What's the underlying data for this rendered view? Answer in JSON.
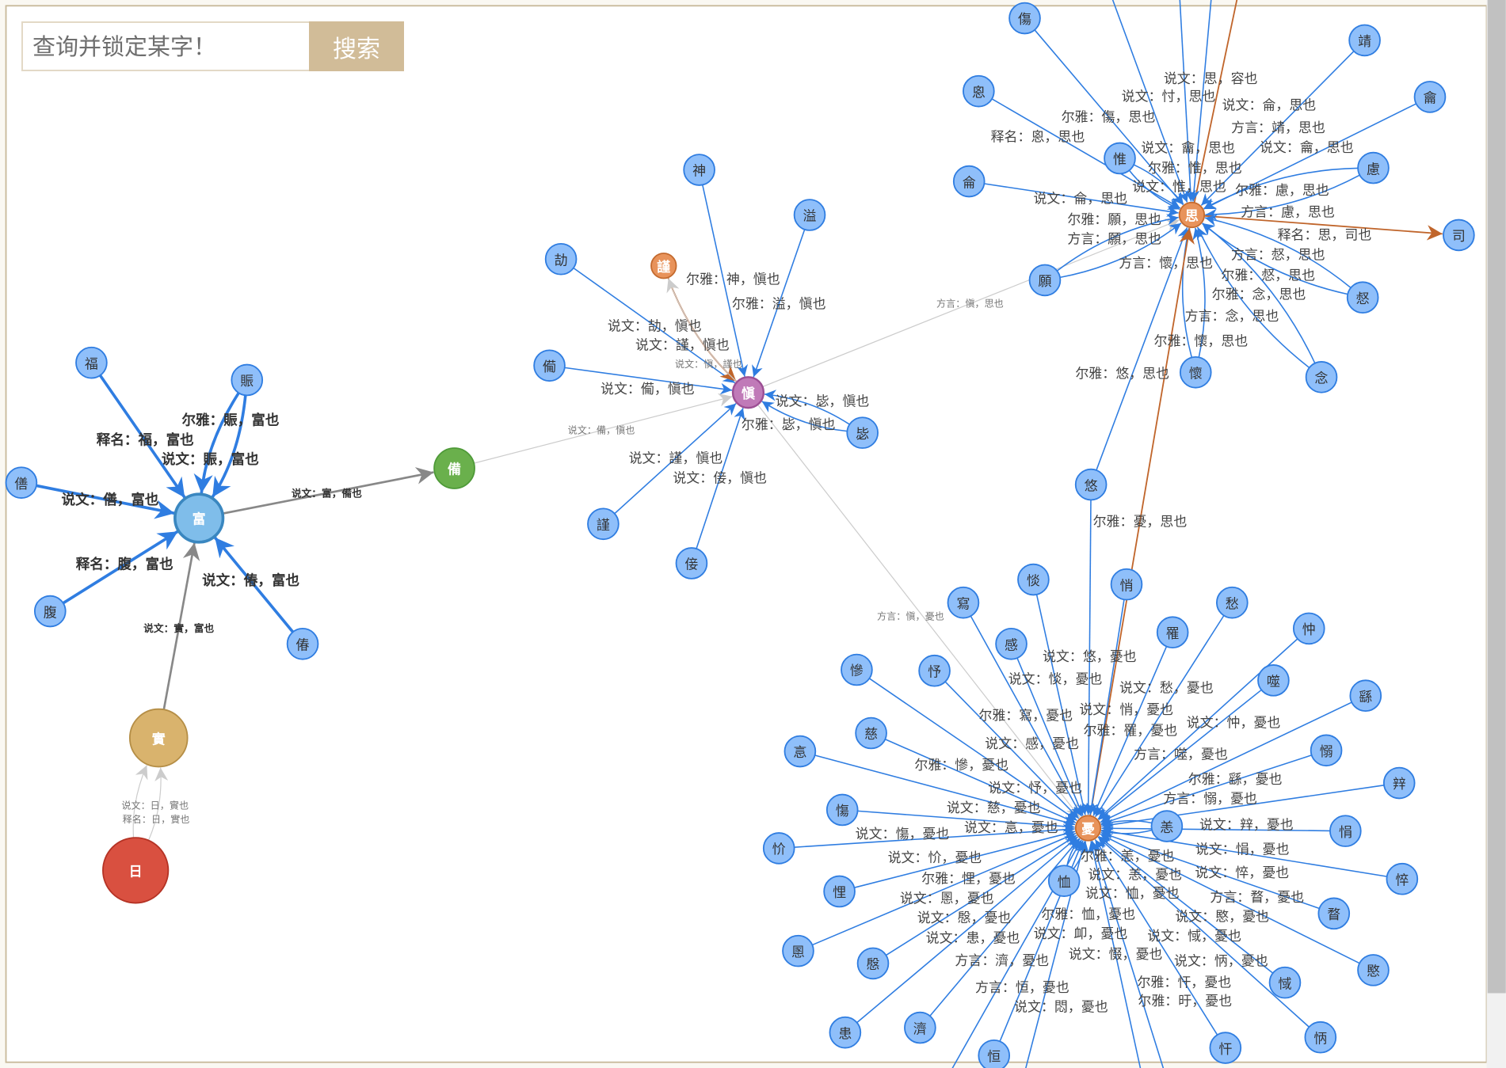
{
  "search": {
    "placeholder": "查询并锁定某字！",
    "button_label": "搜索"
  },
  "colors": {
    "blue_edge": "#2f7de1",
    "blue_fill": "#8fbffa",
    "gray_edge": "#888888",
    "light_edge": "#cccccc",
    "brown_edge": "#c0652b",
    "button": "#d1bc98"
  },
  "nodes": [
    {
      "char": "富",
      "type": "hub-fu"
    },
    {
      "char": "福",
      "type": "blue"
    },
    {
      "char": "賑",
      "type": "blue"
    },
    {
      "char": "僐",
      "type": "blue"
    },
    {
      "char": "腹",
      "type": "blue"
    },
    {
      "char": "偆",
      "type": "blue"
    },
    {
      "char": "備",
      "type": "green"
    },
    {
      "char": "實",
      "type": "gold"
    },
    {
      "char": "日",
      "type": "red"
    },
    {
      "char": "愼",
      "type": "purple"
    },
    {
      "char": "謹",
      "type": "orange"
    },
    {
      "char": "神",
      "type": "blue"
    },
    {
      "char": "溢",
      "type": "blue"
    },
    {
      "char": "劼",
      "type": "blue"
    },
    {
      "char": "僃",
      "type": "blue"
    },
    {
      "char": "謹",
      "type": "blue"
    },
    {
      "char": "倿",
      "type": "blue"
    },
    {
      "char": "毖",
      "type": "blue"
    },
    {
      "char": "思",
      "type": "orange"
    },
    {
      "char": "傷",
      "type": "blue"
    },
    {
      "char": "恖",
      "type": "blue"
    },
    {
      "char": "侖",
      "type": "blue"
    },
    {
      "char": "惟",
      "type": "blue"
    },
    {
      "char": "靖",
      "type": "blue"
    },
    {
      "char": "龠",
      "type": "blue"
    },
    {
      "char": "慮",
      "type": "blue"
    },
    {
      "char": "司",
      "type": "blue"
    },
    {
      "char": "惄",
      "type": "blue"
    },
    {
      "char": "念",
      "type": "blue"
    },
    {
      "char": "懷",
      "type": "blue"
    },
    {
      "char": "願",
      "type": "blue"
    },
    {
      "char": "悠",
      "type": "blue"
    },
    {
      "char": "憂",
      "type": "orange"
    },
    {
      "char": "寫",
      "type": "blue"
    },
    {
      "char": "惔",
      "type": "blue"
    },
    {
      "char": "悄",
      "type": "blue"
    },
    {
      "char": "愁",
      "type": "blue"
    },
    {
      "char": "罹",
      "type": "blue"
    },
    {
      "char": "忡",
      "type": "blue"
    },
    {
      "char": "感",
      "type": "blue"
    },
    {
      "char": "慘",
      "type": "blue"
    },
    {
      "char": "忬",
      "type": "blue"
    },
    {
      "char": "噬",
      "type": "blue"
    },
    {
      "char": "繇",
      "type": "blue"
    },
    {
      "char": "慈",
      "type": "blue"
    },
    {
      "char": "悥",
      "type": "blue"
    },
    {
      "char": "愵",
      "type": "blue"
    },
    {
      "char": "辡",
      "type": "blue"
    },
    {
      "char": "慯",
      "type": "blue"
    },
    {
      "char": "恙",
      "type": "blue"
    },
    {
      "char": "悁",
      "type": "blue"
    },
    {
      "char": "忦",
      "type": "blue"
    },
    {
      "char": "悴",
      "type": "blue"
    },
    {
      "char": "恤",
      "type": "blue"
    },
    {
      "char": "悝",
      "type": "blue"
    },
    {
      "char": "瞀",
      "type": "blue"
    },
    {
      "char": "慁",
      "type": "blue"
    },
    {
      "char": "慇",
      "type": "blue"
    },
    {
      "char": "愍",
      "type": "blue"
    },
    {
      "char": "惐",
      "type": "blue"
    },
    {
      "char": "患",
      "type": "blue"
    },
    {
      "char": "濟",
      "type": "blue"
    },
    {
      "char": "怲",
      "type": "blue"
    },
    {
      "char": "忓",
      "type": "blue"
    },
    {
      "char": "恒",
      "type": "blue"
    }
  ],
  "edges": [
    {
      "s": 1,
      "t": 0,
      "label": "释名：福，富也",
      "kind": "B"
    },
    {
      "s": 2,
      "t": 0,
      "label": "说文：賑，富也",
      "kind": "B"
    },
    {
      "s": 2,
      "t": 0,
      "label": "尔雅：賑，富也",
      "kind": "B"
    },
    {
      "s": 3,
      "t": 0,
      "label": "说文：僐，富也",
      "kind": "B"
    },
    {
      "s": 4,
      "t": 0,
      "label": "释名：腹，富也",
      "kind": "B"
    },
    {
      "s": 5,
      "t": 0,
      "label": "说文：偆，富也",
      "kind": "B"
    },
    {
      "s": 0,
      "t": 6,
      "label": "说文：富，備也",
      "kind": "g"
    },
    {
      "s": 7,
      "t": 0,
      "label": "说文：實，富也",
      "kind": "g"
    },
    {
      "s": 8,
      "t": 7,
      "label": "说文：日，實也",
      "kind": "l"
    },
    {
      "s": 8,
      "t": 7,
      "label": "释名：日，實也",
      "kind": "l"
    },
    {
      "s": 6,
      "t": 9,
      "label": "说文：備，愼也",
      "kind": "l"
    },
    {
      "s": 11,
      "t": 9,
      "label": "尔雅：神，愼也",
      "kind": "b"
    },
    {
      "s": 12,
      "t": 9,
      "label": "尔雅：溢，愼也",
      "kind": "b"
    },
    {
      "s": 13,
      "t": 9,
      "label": "说文：劼，愼也",
      "kind": "b"
    },
    {
      "s": 10,
      "t": 9,
      "label": "说文：謹，愼也",
      "kind": "o"
    },
    {
      "s": 9,
      "t": 10,
      "label": "说文：愼，謹也",
      "kind": "l"
    },
    {
      "s": 14,
      "t": 9,
      "label": "说文：僃，愼也",
      "kind": "b"
    },
    {
      "s": 15,
      "t": 9,
      "label": "说文：謹，愼也",
      "kind": "b"
    },
    {
      "s": 16,
      "t": 9,
      "label": "说文：倿，愼也",
      "kind": "b"
    },
    {
      "s": 17,
      "t": 9,
      "label": "说文：毖，愼也",
      "kind": "b"
    },
    {
      "s": 17,
      "t": 9,
      "label": "尔雅：毖，愼也",
      "kind": "b"
    },
    {
      "s": 9,
      "t": 18,
      "label": "方言：愼，思也",
      "kind": "l"
    },
    {
      "s": 9,
      "t": 32,
      "label": "方言：愼，憂也",
      "kind": "l"
    },
    {
      "s": 19,
      "t": 18,
      "label": "尔雅：傷，思也",
      "kind": "b"
    },
    {
      "s": 20,
      "t": 18,
      "label": "释名：恖，思也",
      "kind": "b"
    },
    {
      "s": 21,
      "t": 18,
      "label": "说文：侖，思也",
      "kind": "b"
    },
    {
      "s": 22,
      "t": 18,
      "label": "说文：惟，思也",
      "kind": "b"
    },
    {
      "s": 22,
      "t": 18,
      "label": "尔雅：惟，思也",
      "kind": "b"
    },
    {
      "s": 23,
      "t": 18,
      "label": "方言：靖，思也",
      "kind": "b"
    },
    {
      "s": 24,
      "t": 18,
      "label": "说文：龠，思也",
      "kind": "b"
    },
    {
      "s": 25,
      "t": 18,
      "label": "尔雅：慮，思也",
      "kind": "b"
    },
    {
      "s": 25,
      "t": 18,
      "label": "方言：慮，思也",
      "kind": "b"
    },
    {
      "s": 18,
      "t": 26,
      "label": "释名：思，司也",
      "kind": "o"
    },
    {
      "s": 27,
      "t": 18,
      "label": "方言：惄，思也",
      "kind": "b"
    },
    {
      "s": 27,
      "t": 18,
      "label": "尔雅：惄，思也",
      "kind": "b"
    },
    {
      "s": 28,
      "t": 18,
      "label": "尔雅：念，思也",
      "kind": "b"
    },
    {
      "s": 28,
      "t": 18,
      "label": "方言：念，思也",
      "kind": "b"
    },
    {
      "s": 29,
      "t": 18,
      "label": "尔雅：懷，思也",
      "kind": "b"
    },
    {
      "s": 29,
      "t": 18,
      "label": "方言：懷，思也",
      "kind": "b"
    },
    {
      "s": 30,
      "t": 18,
      "label": "方言：願，思也",
      "kind": "b"
    },
    {
      "s": 30,
      "t": 18,
      "label": "尔雅：願，思也",
      "kind": "b"
    },
    {
      "s": 31,
      "t": 18,
      "label": "尔雅：悠，思也",
      "kind": "b"
    },
    {
      "s": 32,
      "t": 18,
      "label": "尔雅：憂，思也",
      "kind": "o"
    },
    {
      "s": -1,
      "t": 18,
      "label": "说文：忖，思也",
      "kind": "b"
    },
    {
      "s": -1,
      "t": 18,
      "label": "说文：龠，思也",
      "kind": "b"
    },
    {
      "s": 18,
      "t": -1,
      "label": "说文：思，容也",
      "kind": "o"
    },
    {
      "s": -1,
      "t": 18,
      "label": "说文：侖，思也",
      "kind": "b"
    },
    {
      "s": 31,
      "t": 32,
      "label": "说文：悠，憂也",
      "kind": "b"
    },
    {
      "s": 33,
      "t": 32,
      "label": "尔雅：寫，憂也",
      "kind": "b"
    },
    {
      "s": 34,
      "t": 32,
      "label": "说文：惔，憂也",
      "kind": "b"
    },
    {
      "s": 35,
      "t": 32,
      "label": "说文：悄，憂也",
      "kind": "b"
    },
    {
      "s": 36,
      "t": 32,
      "label": "说文：愁，憂也",
      "kind": "b"
    },
    {
      "s": 37,
      "t": 32,
      "label": "尔雅：罹，憂也",
      "kind": "b"
    },
    {
      "s": 38,
      "t": 32,
      "label": "说文：忡，憂也",
      "kind": "b"
    },
    {
      "s": 39,
      "t": 32,
      "label": "说文：感，憂也",
      "kind": "b"
    },
    {
      "s": 40,
      "t": 32,
      "label": "尔雅：慘，憂也",
      "kind": "b"
    },
    {
      "s": 41,
      "t": 32,
      "label": "说文：忬，憂也",
      "kind": "b"
    },
    {
      "s": 42,
      "t": 32,
      "label": "方言：噬，憂也",
      "kind": "b"
    },
    {
      "s": 43,
      "t": 32,
      "label": "尔雅：繇，憂也",
      "kind": "b"
    },
    {
      "s": 44,
      "t": 32,
      "label": "说文：慈，憂也",
      "kind": "b"
    },
    {
      "s": 45,
      "t": 32,
      "label": "说文：悥，憂也",
      "kind": "b"
    },
    {
      "s": 46,
      "t": 32,
      "label": "方言：愵，憂也",
      "kind": "b"
    },
    {
      "s": 47,
      "t": 32,
      "label": "说文：辡，憂也",
      "kind": "b"
    },
    {
      "s": 48,
      "t": 32,
      "label": "说文：慯，憂也",
      "kind": "b"
    },
    {
      "s": 49,
      "t": 32,
      "label": "尔雅：恙，憂也",
      "kind": "b"
    },
    {
      "s": 49,
      "t": 32,
      "label": "说文：恙，憂也",
      "kind": "b"
    },
    {
      "s": 50,
      "t": 32,
      "label": "说文：悁，憂也",
      "kind": "b"
    },
    {
      "s": 51,
      "t": 32,
      "label": "说文：忦，憂也",
      "kind": "b"
    },
    {
      "s": 52,
      "t": 32,
      "label": "说文：悴，憂也",
      "kind": "b"
    },
    {
      "s": 53,
      "t": 32,
      "label": "说文：恤，憂也",
      "kind": "b"
    },
    {
      "s": 53,
      "t": 32,
      "label": "尔雅：恤，憂也",
      "kind": "b"
    },
    {
      "s": 54,
      "t": 32,
      "label": "尔雅：悝，憂也",
      "kind": "b"
    },
    {
      "s": 55,
      "t": 32,
      "label": "方言：瞀，憂也",
      "kind": "b"
    },
    {
      "s": 56,
      "t": 32,
      "label": "说文：慁，憂也",
      "kind": "b"
    },
    {
      "s": 57,
      "t": 32,
      "label": "说文：慇，憂也",
      "kind": "b"
    },
    {
      "s": 58,
      "t": 32,
      "label": "说文：愍，憂也",
      "kind": "b"
    },
    {
      "s": 59,
      "t": 32,
      "label": "说文：惐，憂也",
      "kind": "b"
    },
    {
      "s": 60,
      "t": 32,
      "label": "说文：患，憂也",
      "kind": "b"
    },
    {
      "s": 61,
      "t": 32,
      "label": "方言：濟，憂也",
      "kind": "b"
    },
    {
      "s": 62,
      "t": 32,
      "label": "说文：怲，憂也",
      "kind": "b"
    },
    {
      "s": 63,
      "t": 32,
      "label": "尔雅：忓，憂也",
      "kind": "b"
    },
    {
      "s": 64,
      "t": 32,
      "label": "方言：恒，憂也",
      "kind": "b"
    },
    {
      "s": -1,
      "t": 32,
      "label": "说文：悶，憂也",
      "kind": "b"
    },
    {
      "s": -1,
      "t": 32,
      "label": "说文：卹，憂也",
      "kind": "b"
    },
    {
      "s": -1,
      "t": 32,
      "label": "说文：惙，憂也",
      "kind": "b"
    },
    {
      "s": -1,
      "t": 32,
      "label": "尔雅：旴，憂也",
      "kind": "b"
    }
  ]
}
